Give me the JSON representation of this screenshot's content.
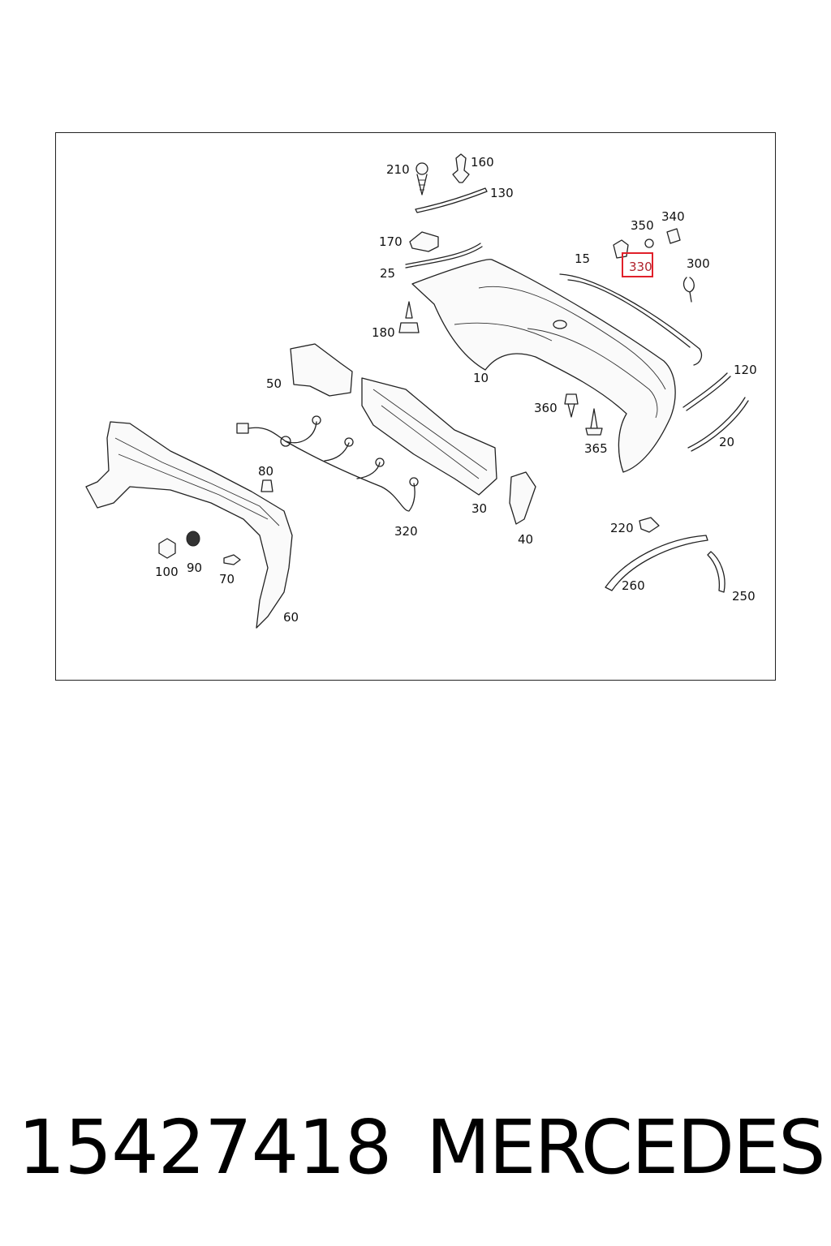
{
  "diagram": {
    "callouts": [
      "210",
      "160",
      "130",
      "170",
      "25",
      "180",
      "350",
      "340",
      "330",
      "300",
      "15",
      "10",
      "50",
      "120",
      "360",
      "20",
      "365",
      "80",
      "30",
      "320",
      "40",
      "220",
      "260",
      "250",
      "100",
      "90",
      "70",
      "60"
    ],
    "highlighted_callout": "330",
    "highlight_color": "#e0202a"
  },
  "footer": {
    "part_number": "15427418",
    "brand": "MERCEDES"
  }
}
